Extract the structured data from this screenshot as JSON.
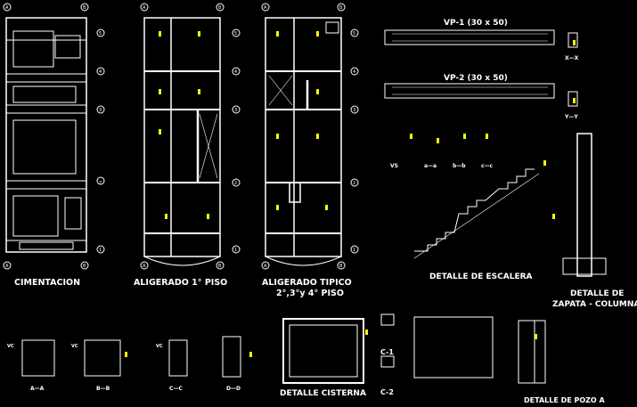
{
  "titles": {
    "cimentacion": "CIMENTACION",
    "aligerado1": "ALIGERADO 1° PISO",
    "aligeradoTipico": "ALIGERADO TIPICO",
    "aligeradoTipico2": "2°,3°y 4° PISO",
    "vp1": "VP-1 (30 x 50)",
    "vp2": "VP-2 (30 x 50)",
    "escalera": "DETALLE DE ESCALERA",
    "zapata1": "DETALLE DE",
    "zapata2": "ZAPATA - COLUMNA",
    "cisterna": "DETALLE CISTERNA",
    "pozoa": "DETALLE DE POZO A"
  },
  "sections": {
    "xx": "X—X",
    "yy": "Y—Y",
    "vs": "VS",
    "aa2": "a—a",
    "bb2": "b—b",
    "cc2": "c—c",
    "aa": "A—A",
    "bb": "B—B",
    "cc": "C—C",
    "dd": "D—D",
    "c1": "C-1",
    "c2": "C-2",
    "vc": "VC"
  },
  "axes": {
    "rows": [
      "5",
      "4",
      "3",
      "2",
      "1"
    ],
    "cols": [
      "A",
      "B"
    ]
  },
  "colors": {
    "background": "#000000",
    "line": "#ffffff",
    "accent": "#ffff00",
    "dim": "#00ff00",
    "red": "#ff3333"
  }
}
